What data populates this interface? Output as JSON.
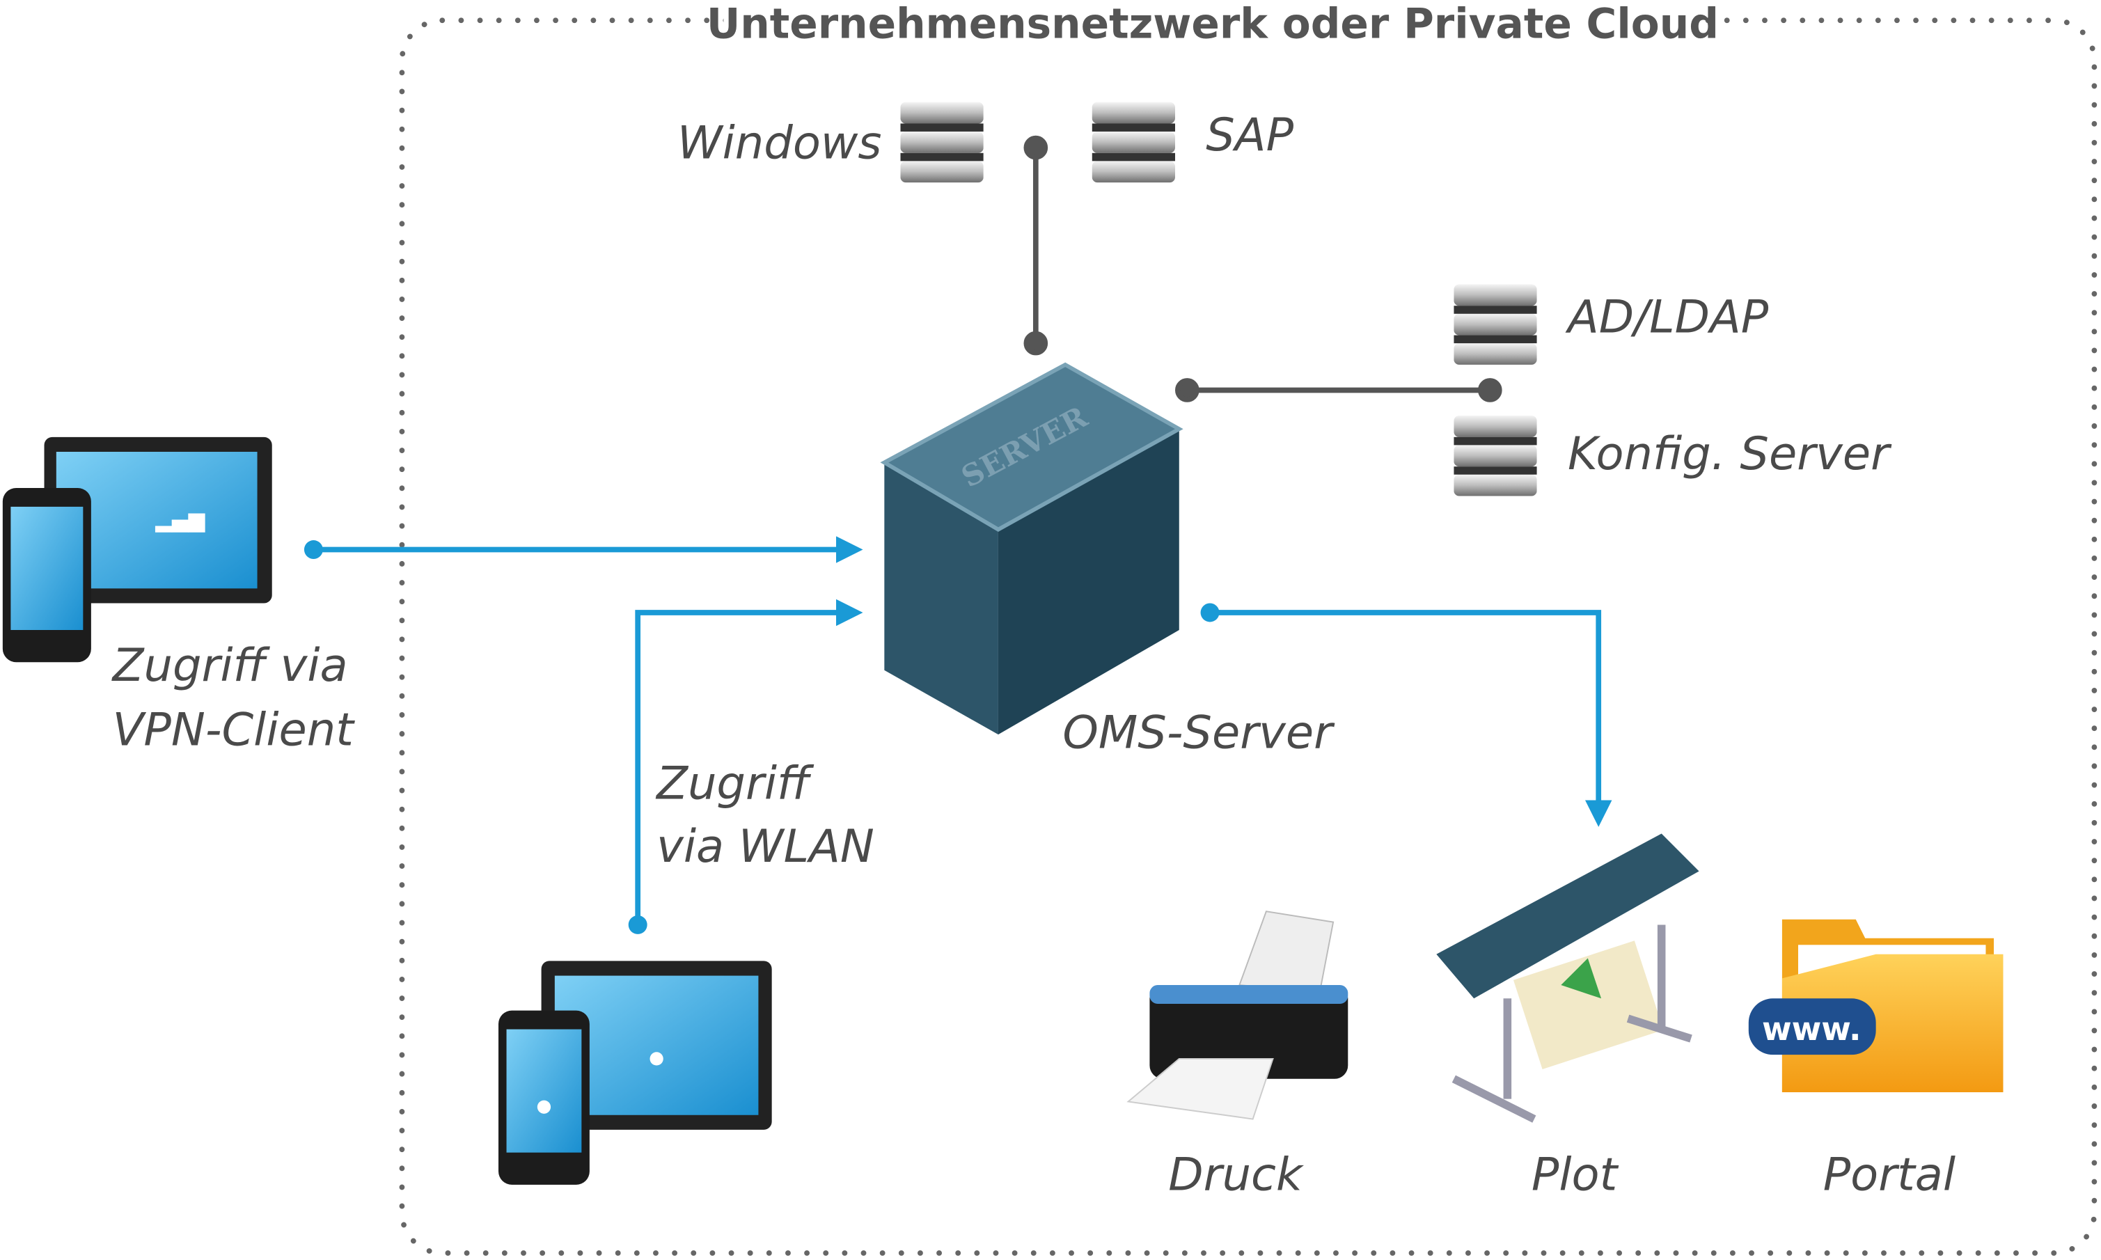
{
  "title": "Unternehmensnetzwerk oder Private Cloud",
  "nodes": {
    "windows": "Windows",
    "sap": "SAP",
    "adldap": "AD/LDAP",
    "konfig": "Konfig. Server",
    "oms": "OMS-Server",
    "server_face": "SERVER",
    "vpn_line1": "Zugriff via",
    "vpn_line2": "VPN-Client",
    "wlan_line1": "Zugriff",
    "wlan_line2": "via WLAN",
    "druck": "Druck",
    "plot": "Plot",
    "portal": "Portal",
    "www": "www."
  },
  "colors": {
    "connector_blue": "#1a9ad6",
    "connector_gray": "#555555",
    "server": "#2d5569",
    "folder": "#f5a623"
  }
}
